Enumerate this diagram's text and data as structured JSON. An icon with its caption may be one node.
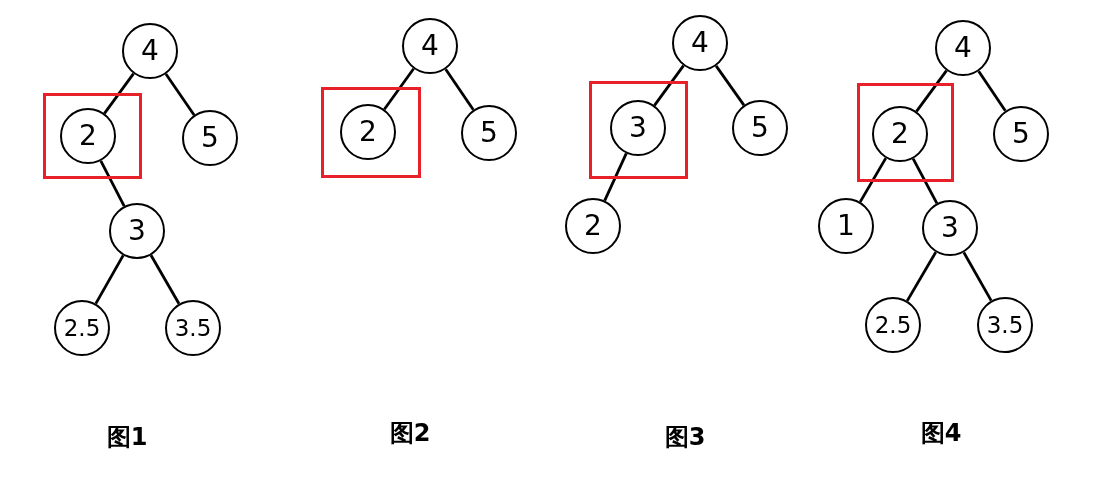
{
  "diagram": {
    "nodes": [
      {
        "text": [
          "4"
        ]
      },
      {
        "text": [],
        "shape": "box"
      },
      {
        "text": [
          "2"
        ],
        "in": 1
      },
      {
        "text": [
          "5"
        ]
      },
      {
        "text": [
          "3"
        ]
      },
      {
        "text": [
          "2.5"
        ]
      },
      {
        "text": [
          "3.5"
        ]
      },
      {
        "text": [
          "4"
        ]
      },
      {
        "text": [],
        "shape": "box"
      },
      {
        "text": [
          "2"
        ],
        "in": 8
      },
      {
        "text": [
          "5"
        ]
      },
      {
        "text": [
          "4"
        ]
      },
      {
        "text": [],
        "shape": "box"
      },
      {
        "text": [
          "3"
        ],
        "in": 12
      },
      {
        "text": [
          "5"
        ]
      },
      {
        "text": [
          "2"
        ]
      },
      {
        "text": [
          "4"
        ]
      },
      {
        "text": [],
        "shape": "box"
      },
      {
        "text": [
          "2"
        ],
        "in": 17
      },
      {
        "text": [
          "5"
        ]
      },
      {
        "text": [
          "1"
        ]
      },
      {
        "text": [
          "3"
        ]
      },
      {
        "text": [
          "2.5"
        ]
      },
      {
        "text": [
          "3.5"
        ]
      }
    ],
    "edges": [
      {
        "from": 0,
        "to": 2,
        "arrow": "none"
      },
      {
        "from": 0,
        "to": 3,
        "arrow": "none"
      },
      {
        "from": 2,
        "to": 4,
        "arrow": "none"
      },
      {
        "from": 4,
        "to": 5,
        "arrow": "none"
      },
      {
        "from": 4,
        "to": 6,
        "arrow": "none"
      },
      {
        "from": 7,
        "to": 9,
        "arrow": "none"
      },
      {
        "from": 7,
        "to": 10,
        "arrow": "none"
      },
      {
        "from": 11,
        "to": 13,
        "arrow": "none"
      },
      {
        "from": 11,
        "to": 14,
        "arrow": "none"
      },
      {
        "from": 13,
        "to": 15,
        "arrow": "none"
      },
      {
        "from": 16,
        "to": 18,
        "arrow": "none"
      },
      {
        "from": 16,
        "to": 19,
        "arrow": "none"
      },
      {
        "from": 18,
        "to": 20,
        "arrow": "none"
      },
      {
        "from": 18,
        "to": 21,
        "arrow": "none"
      },
      {
        "from": 21,
        "to": 22,
        "arrow": "none"
      },
      {
        "from": 21,
        "to": 23,
        "arrow": "none"
      }
    ],
    "labels": [
      "图1",
      "图2",
      "图3",
      "图4"
    ]
  }
}
